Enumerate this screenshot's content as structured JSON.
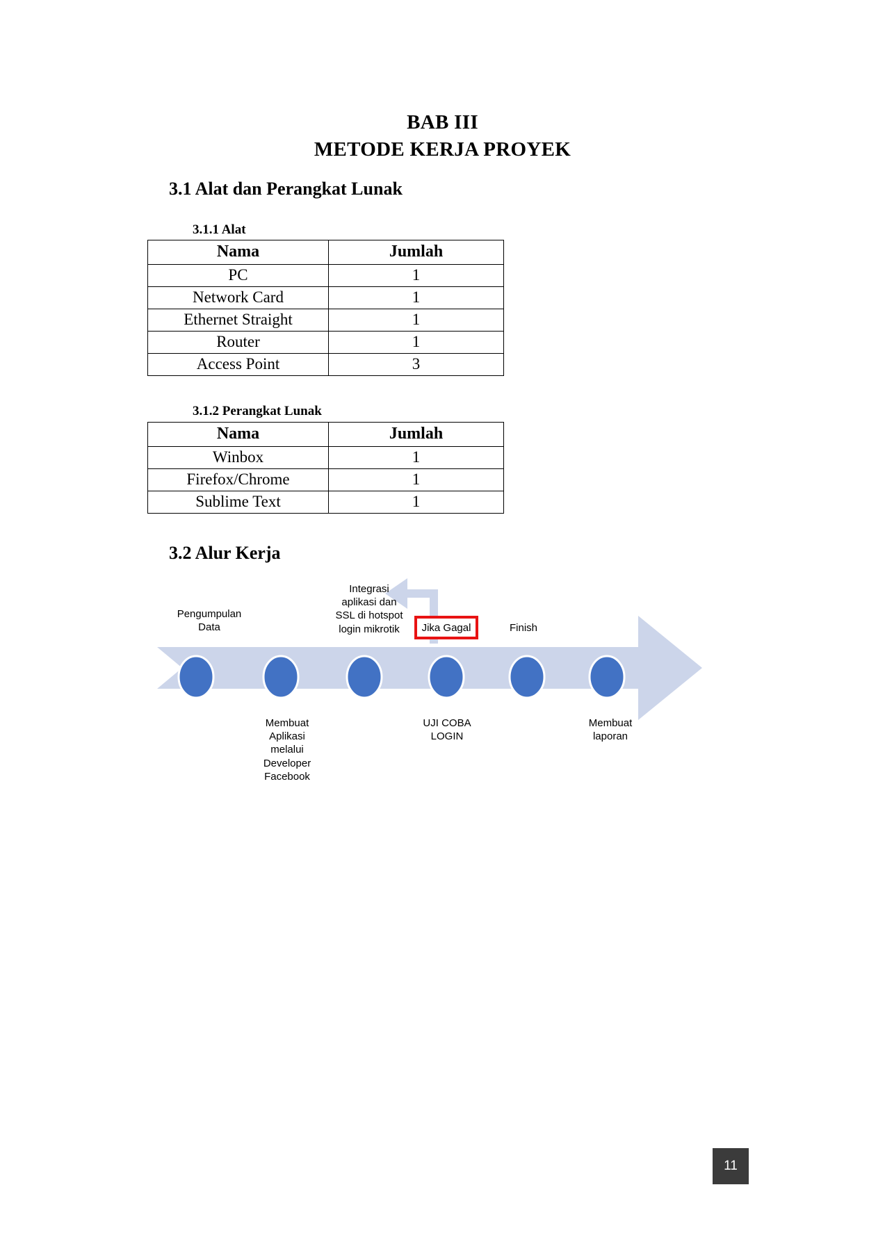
{
  "document": {
    "chapter_number": "BAB III",
    "chapter_title": "METODE KERJA PROYEK",
    "page_number": "11"
  },
  "sections": {
    "s31": "3.1 Alat dan Perangkat Lunak",
    "s311": "3.1.1 Alat",
    "s312": "3.1.2 Perangkat Lunak",
    "s32": "3.2 Alur Kerja"
  },
  "table_alat": {
    "headers": [
      "Nama",
      "Jumlah"
    ],
    "rows": [
      [
        "PC",
        "1"
      ],
      [
        "Network Card",
        "1"
      ],
      [
        "Ethernet Straight",
        "1"
      ],
      [
        "Router",
        "1"
      ],
      [
        "Access Point",
        "3"
      ]
    ]
  },
  "table_software": {
    "headers": [
      "Nama",
      "Jumlah"
    ],
    "rows": [
      [
        "Winbox",
        "1"
      ],
      [
        "Firefox/Chrome",
        "1"
      ],
      [
        "Sublime Text",
        "1"
      ]
    ]
  },
  "flow_diagram": {
    "labels_above": [
      "Pengumpulan\nData",
      "Integrasi\naplikasi dan\nSSL di hotspot\nlogin mikrotik",
      "Finish"
    ],
    "callout_jika_gagal": "Jika Gagal",
    "labels_below": [
      "Membuat\nAplikasi\nmelalui\nDeveloper\nFacebook",
      "UJI COBA\nLOGIN",
      "Membuat\nlaporan"
    ],
    "node_count": 6,
    "colors": {
      "arrow_band": "#ccd5ea",
      "node_fill": "#4272c4",
      "node_stroke": "#ffffff",
      "callout_border": "#e81313",
      "feedback_arrow": "#ccd5ea"
    }
  }
}
